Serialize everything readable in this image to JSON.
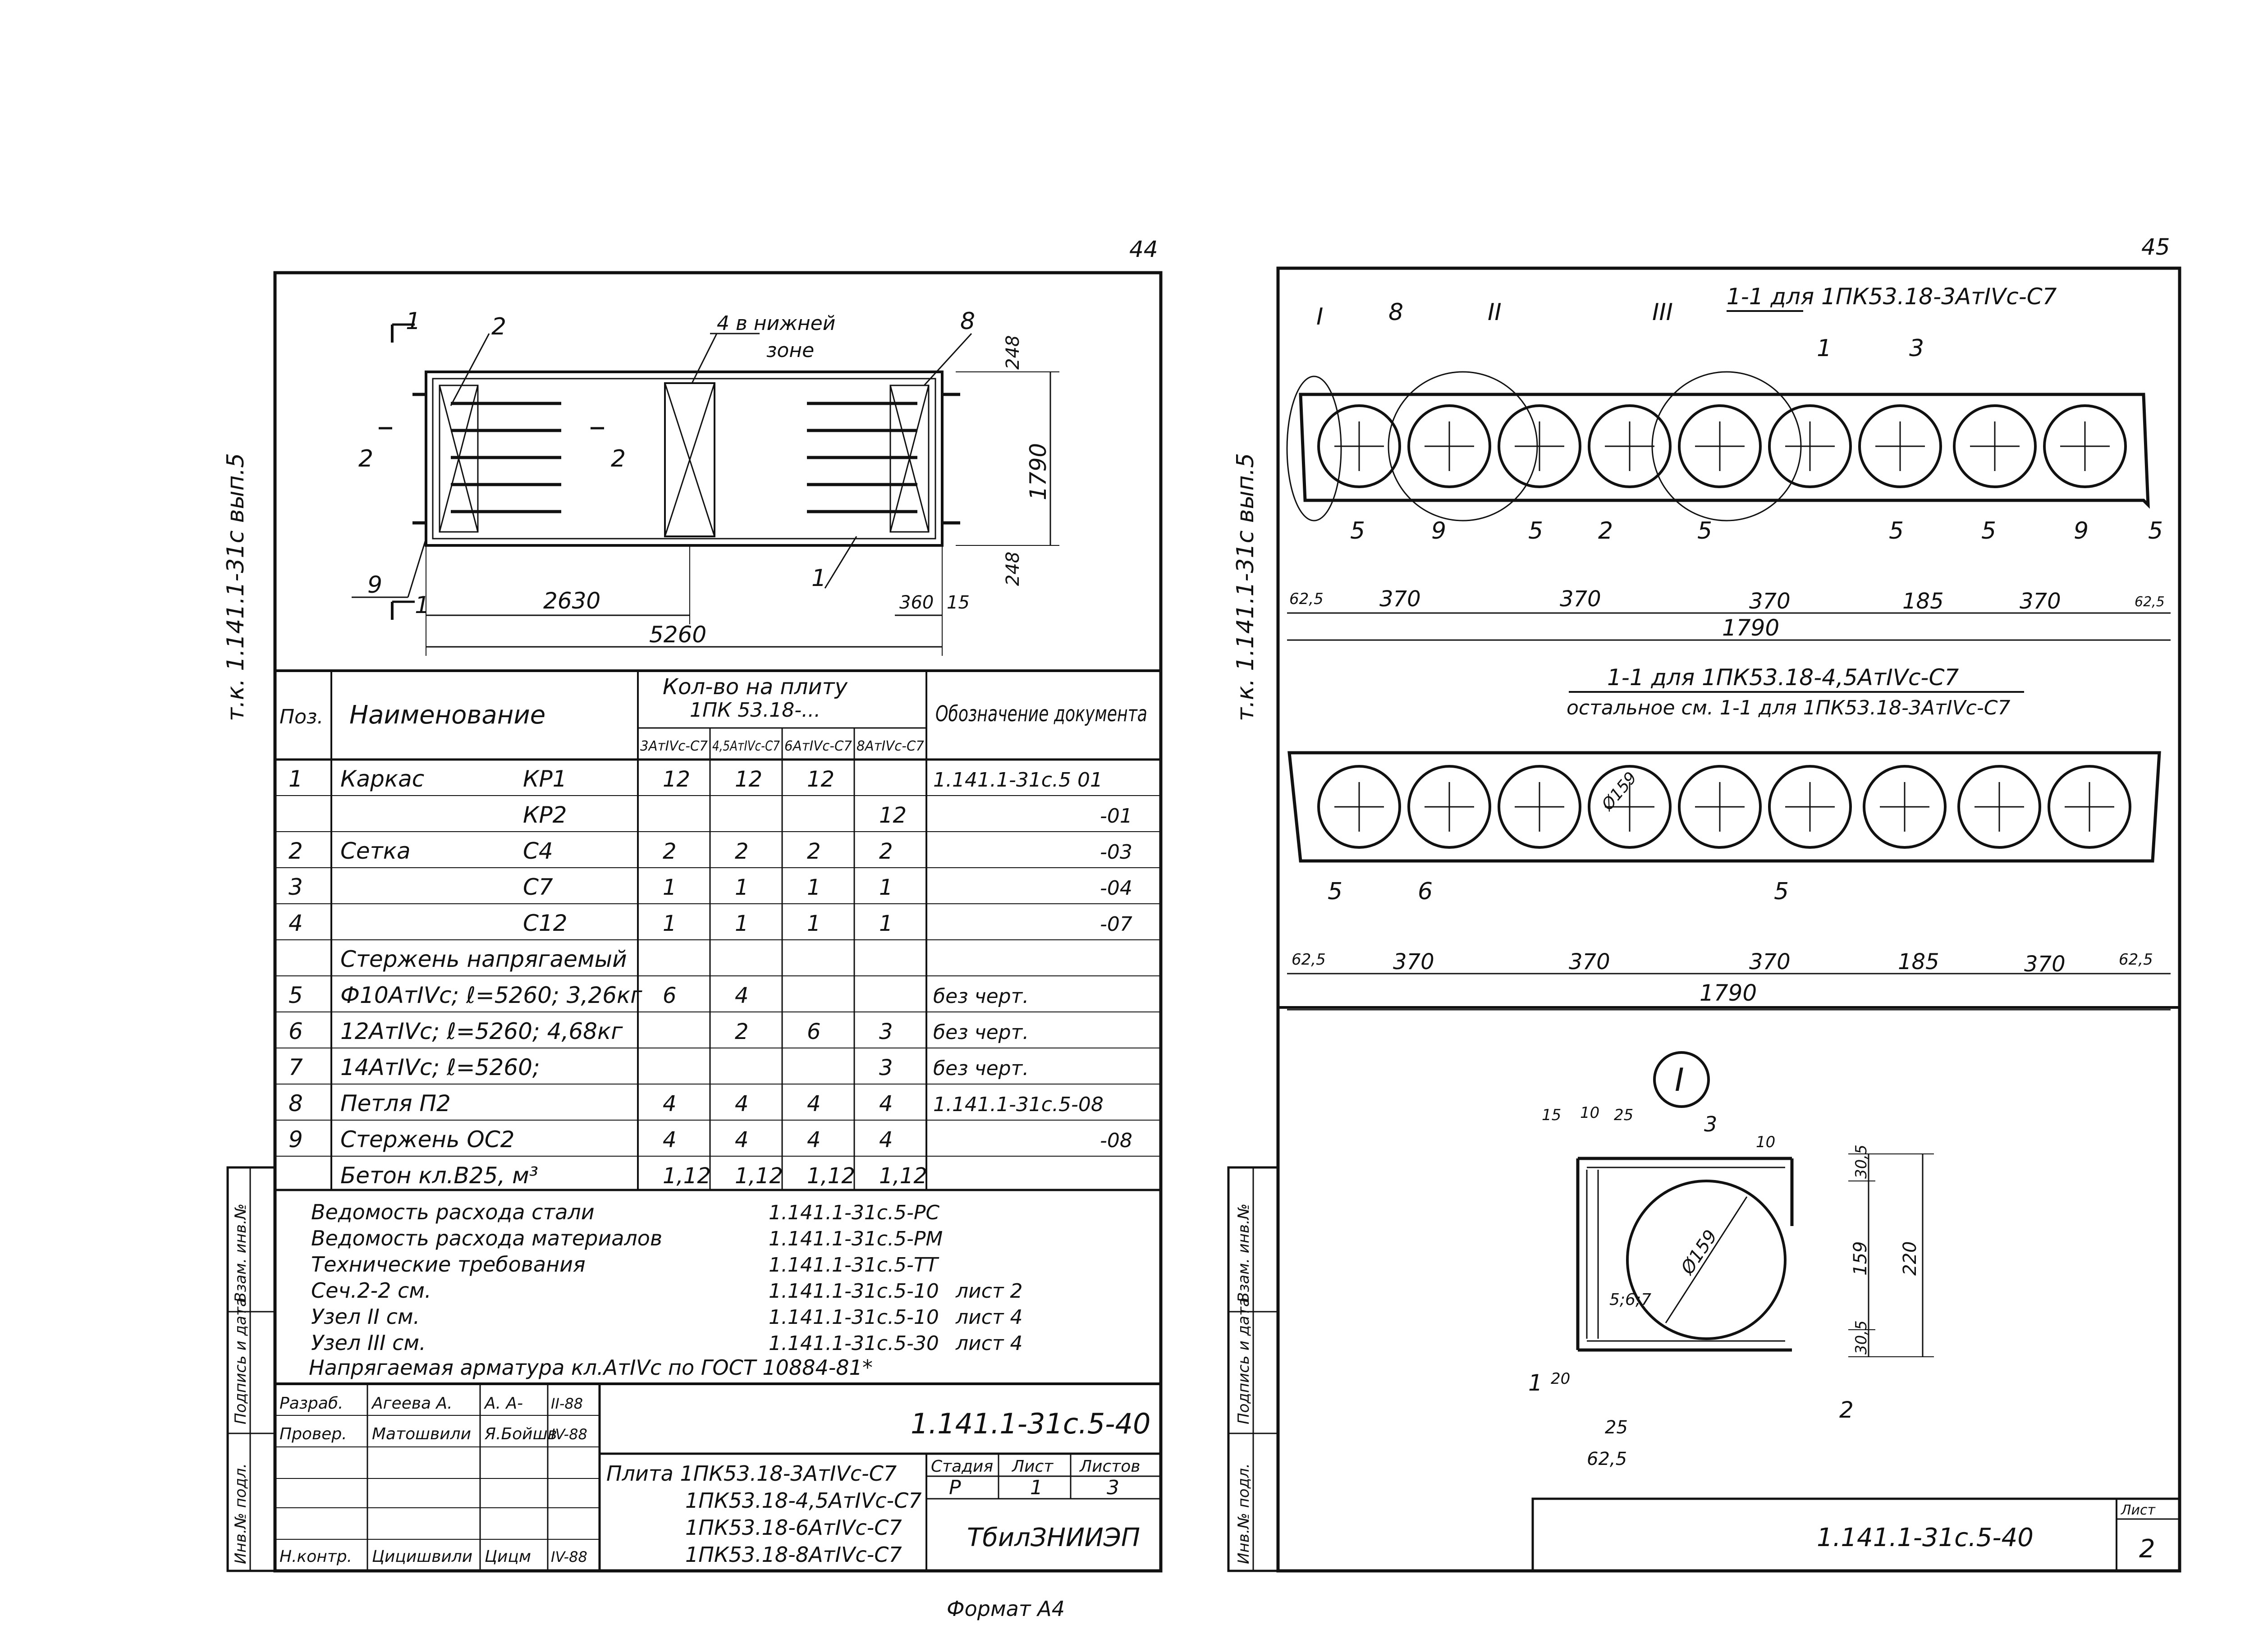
{
  "sheet_numbers": {
    "left": "44",
    "right": "45"
  },
  "side_labels": {
    "left": "т.к. 1.141.1-31с  вып.5",
    "right": "т.к. 1.141.1-31с  вып.5"
  },
  "plan": {
    "labels": [
      "1",
      "2",
      "4 в нижней",
      "зоне",
      "8",
      "2",
      "2",
      "9",
      "1",
      "1"
    ],
    "dims": {
      "d2630": "2630",
      "d5260": "5260",
      "d360": "360",
      "d15": "15",
      "d248a": "248",
      "d1790": "1790",
      "d248b": "248"
    }
  },
  "table": {
    "headers": {
      "pos": "Поз.",
      "name": "Наименование",
      "qty_title": "Кол-во на плиту",
      "qty_sub": "1ПК 53.18-...",
      "doc": "Обозначение документа",
      "sub": [
        "3АтIVс-С7",
        "4,5АтIVс-С7",
        "6АтIVс-С7",
        "8АтIVс-С7"
      ]
    },
    "rows": [
      {
        "pos": "1",
        "name": "Каркас",
        "mark": "КР1",
        "q1": "12",
        "q2": "12",
        "q3": "12",
        "q4": "",
        "doc": "1.141.1-31с.5  01"
      },
      {
        "pos": "",
        "name": "",
        "mark": "КР2",
        "q1": "",
        "q2": "",
        "q3": "",
        "q4": "12",
        "doc": "-01"
      },
      {
        "pos": "2",
        "name": "Сетка",
        "mark": "С4",
        "q1": "2",
        "q2": "2",
        "q3": "2",
        "q4": "2",
        "doc": "-03"
      },
      {
        "pos": "3",
        "name": "",
        "mark": "С7",
        "q1": "1",
        "q2": "1",
        "q3": "1",
        "q4": "1",
        "doc": "-04"
      },
      {
        "pos": "4",
        "name": "",
        "mark": "С12",
        "q1": "1",
        "q2": "1",
        "q3": "1",
        "q4": "1",
        "doc": "-07"
      },
      {
        "pos": "",
        "name": "Стержень напрягаемый",
        "mark": "",
        "q1": "",
        "q2": "",
        "q3": "",
        "q4": "",
        "doc": ""
      },
      {
        "pos": "5",
        "name": "Ф10АтIVс; ℓ=5260; 3,26кг",
        "mark": "",
        "q1": "6",
        "q2": "4",
        "q3": "",
        "q4": "",
        "doc": "без черт."
      },
      {
        "pos": "6",
        "name": "12АтIVс; ℓ=5260; 4,68кг",
        "mark": "",
        "q1": "",
        "q2": "2",
        "q3": "6",
        "q4": "3",
        "doc": "без черт."
      },
      {
        "pos": "7",
        "name": "14АтIVс; ℓ=5260;",
        "mark": "",
        "q1": "",
        "q2": "",
        "q3": "",
        "q4": "3",
        "doc": "без черт."
      },
      {
        "pos": "8",
        "name": "Петля П2",
        "mark": "",
        "q1": "4",
        "q2": "4",
        "q3": "4",
        "q4": "4",
        "doc": "1.141.1-31с.5-08"
      },
      {
        "pos": "9",
        "name": "Стержень ОС2",
        "mark": "",
        "q1": "4",
        "q2": "4",
        "q3": "4",
        "q4": "4",
        "doc": "-08"
      },
      {
        "pos": "",
        "name": "Бетон кл.В25, м³",
        "mark": "",
        "q1": "1,12",
        "q2": "1,12",
        "q3": "1,12",
        "q4": "1,12",
        "doc": ""
      }
    ]
  },
  "references": [
    {
      "text": "Ведомость расхода стали",
      "doc": "1.141.1-31с.5-РС",
      "sheet": ""
    },
    {
      "text": "Ведомость расхода материалов",
      "doc": "1.141.1-31с.5-РМ",
      "sheet": ""
    },
    {
      "text": "Технические требования",
      "doc": "1.141.1-31с.5-ТТ",
      "sheet": ""
    },
    {
      "text": "Сеч.2-2  см.",
      "doc": "1.141.1-31с.5-10",
      "sheet": "лист 2"
    },
    {
      "text": "Узел II  см.",
      "doc": "1.141.1-31с.5-10",
      "sheet": "лист 4"
    },
    {
      "text": "Узел III  см.",
      "doc": "1.141.1-31с.5-30",
      "sheet": "лист 4"
    }
  ],
  "note": "Напрягаемая арматура кл.АтIVс по ГОСТ 10884-81*",
  "side_columns": [
    "Инв.№ подл.",
    "Подпись и дата",
    "Взам. инв.№"
  ],
  "title_block": {
    "roles": [
      "Разраб.",
      "Провер.",
      "",
      "",
      "",
      "Н.контр."
    ],
    "names": [
      "Агеева А.",
      "Матошвили",
      "",
      "",
      "",
      "Цицишвили"
    ],
    "signs": [
      "А. А-",
      "Я.Бойшв",
      "",
      "",
      "",
      "Цицм"
    ],
    "dates": [
      "II-88",
      "IV-88",
      "",
      "",
      "",
      "IV-88"
    ],
    "doc": "1.141.1-31с.5-40",
    "desc": [
      "Плита 1ПК53.18-3АтIVс-С7",
      "1ПК53.18-4,5АтIVс-С7",
      "1ПК53.18-6АтIVс-С7",
      "1ПК53.18-8АтIVс-С7"
    ],
    "stage_label": "Стадия",
    "sheet_label": "Лист",
    "sheets_label": "Листов",
    "stage": "Р",
    "sheet": "1",
    "sheets": "3",
    "org": "ТбилЗНИИЭП"
  },
  "format": "Формат А4",
  "section1": {
    "title": "1-1   для  1ПК53.18-3АтIVс-С7",
    "labels": [
      "I",
      "8",
      "II",
      "III",
      "1",
      "3"
    ],
    "bottom": [
      "5",
      "9",
      "5",
      "2",
      "5",
      "5",
      "5",
      "9",
      "5"
    ],
    "dims": [
      "62,5",
      "370",
      "370",
      "370",
      "185",
      "370",
      "62,5"
    ],
    "total": "1790"
  },
  "section2": {
    "title": "1-1   для  1ПК53.18-4,5АтIVс-С7",
    "subtitle": "остальное см. 1-1 для 1ПК53.18-3АтIVс-С7",
    "dia": "Ø159",
    "labels": [
      "5",
      "6",
      "5"
    ],
    "dims": [
      "62,5",
      "370",
      "370",
      "370",
      "185",
      "370",
      "62,5"
    ],
    "total": "1790"
  },
  "node": {
    "title": "I",
    "labels": [
      "15",
      "10",
      "25",
      "3",
      "10",
      "1",
      "2",
      "5;6;7",
      "20",
      "25",
      "62,5"
    ],
    "dia": "Ø159",
    "right_dims": [
      "30,5",
      "159",
      "30,5",
      "220"
    ]
  },
  "right_stamp": {
    "doc": "1.141.1-31с.5-40",
    "sheet_label": "Лист",
    "sheet": "2"
  }
}
